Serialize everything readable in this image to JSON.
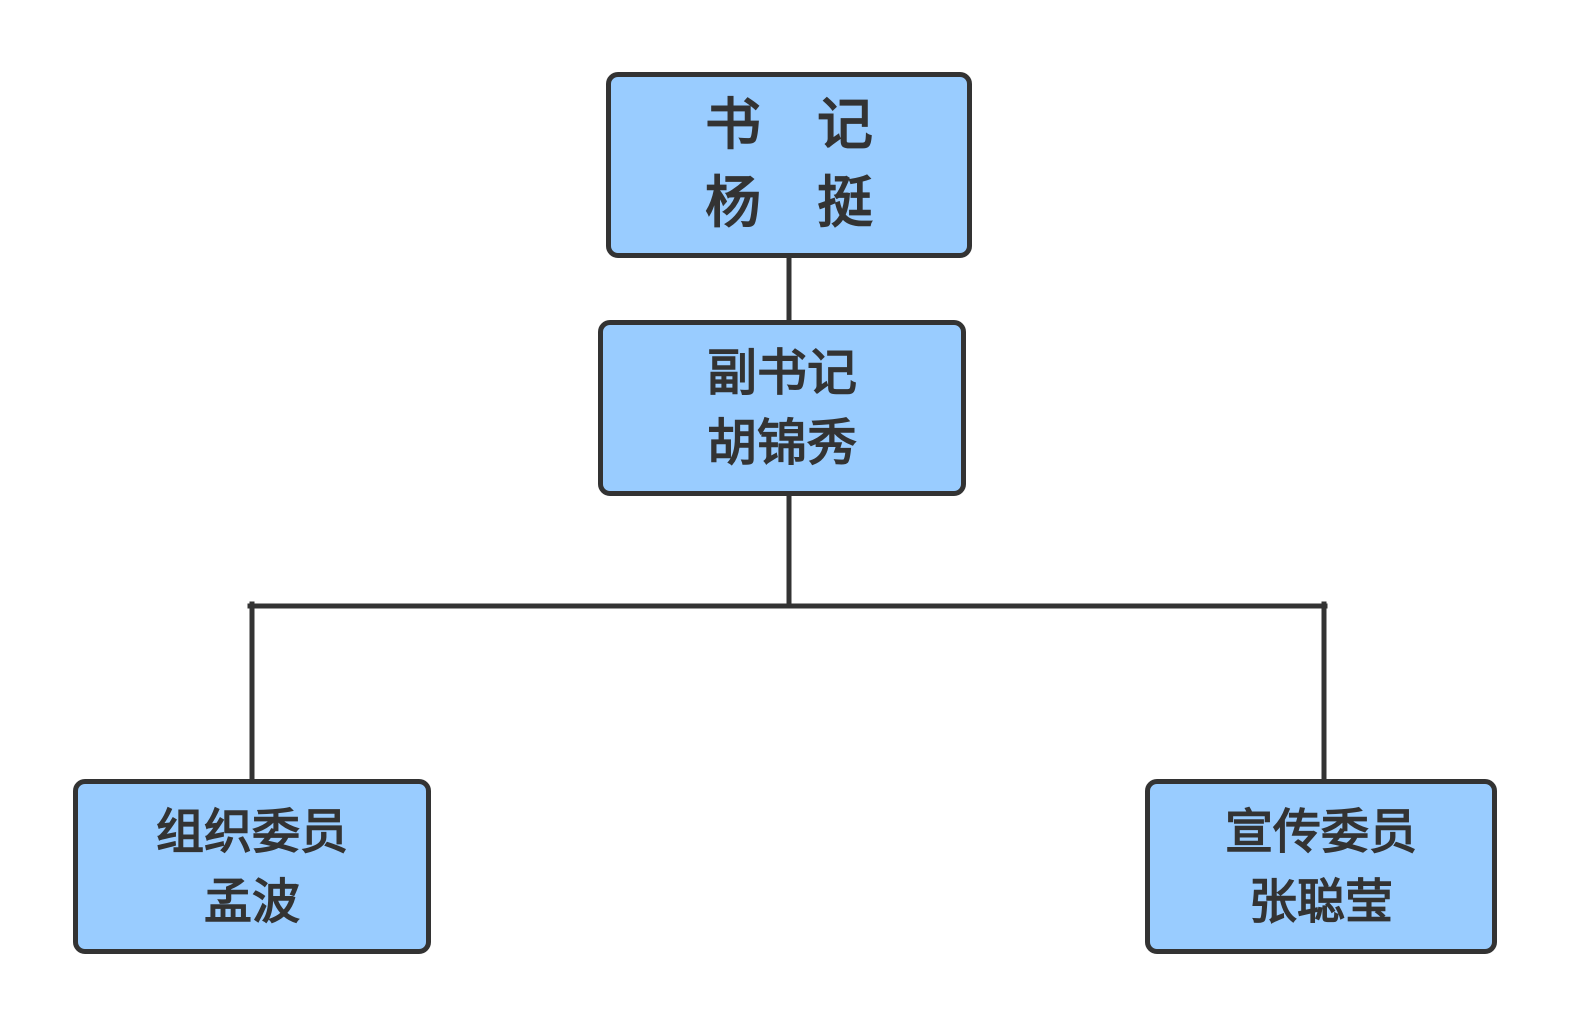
{
  "theme": {
    "node_fill": "#99CCFF",
    "node_border": "#333333",
    "text_color": "#333333",
    "connector_color": "#333333"
  },
  "nodes": {
    "secretary": {
      "role": "书　记",
      "name": "杨　挺"
    },
    "deputy_secretary": {
      "role": "副书记",
      "name": "胡锦秀"
    },
    "organization_member": {
      "role": "组织委员",
      "name": "孟波"
    },
    "propaganda_member": {
      "role": "宣传委员",
      "name": "张聪莹"
    }
  }
}
